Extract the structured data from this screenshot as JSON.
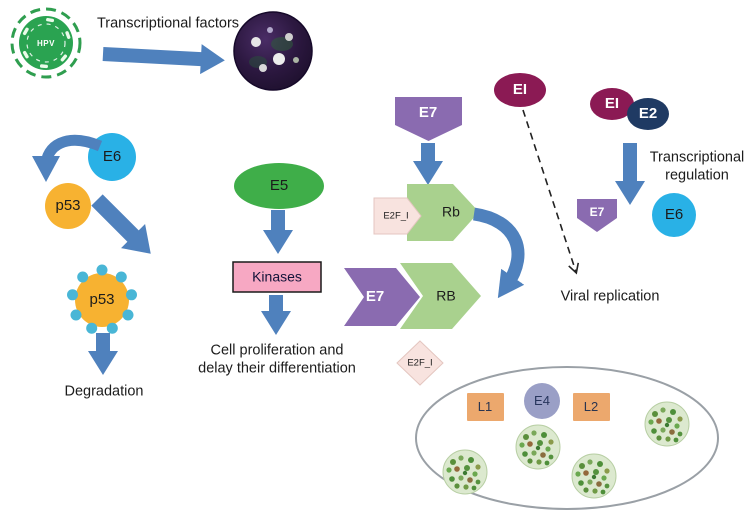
{
  "figure": {
    "description": "HPV oncoprotein functions diagram"
  },
  "texts": {
    "transcriptional_factors": "Transcriptional factors",
    "genome_label": "HPV",
    "e6_left": "E6",
    "p53_a": "p53",
    "p53_b": "p53",
    "degradation": "Degradation",
    "e5": "E5",
    "kinases": "Kinases",
    "cell_prolif_1": "Cell proliferation and",
    "cell_prolif_2": "delay their differentiation",
    "e7_top": "E7",
    "e2f1_upper": "E2F_I",
    "rb_upper": "Rb",
    "e7_mid": "E7",
    "rb_lower": "RB",
    "e2f1_lower": "E2F_I",
    "e1_left": "EI",
    "viral_replication": "Viral replication",
    "e1_right": "EI",
    "e2": "E2",
    "trans_reg_1": "Transcriptional",
    "trans_reg_2": "regulation",
    "e7_right": "E7",
    "e6_right": "E6",
    "l1": "L1",
    "e4": "E4",
    "l2": "L2"
  },
  "palette": {
    "arrow_blue": "#4f81bd",
    "e6_cyan": "#29b1e6",
    "p53_orange": "#f7b231",
    "ubiquitin_dot": "#49b6d6",
    "e5_green": "#3fae49",
    "kinases_pink": "#f7a8c3",
    "e7_purple": "#8a6bb0",
    "rb_green": "#a9d18e",
    "e2f1_pink": "#f8e3df",
    "e1_magenta": "#8b1a54",
    "e2_navy": "#1f3a63",
    "l_orange": "#eca86d",
    "e4_lavender": "#9a9fc6",
    "genome_green": "#2aa351",
    "cell_outline": "#9aa0a6"
  }
}
